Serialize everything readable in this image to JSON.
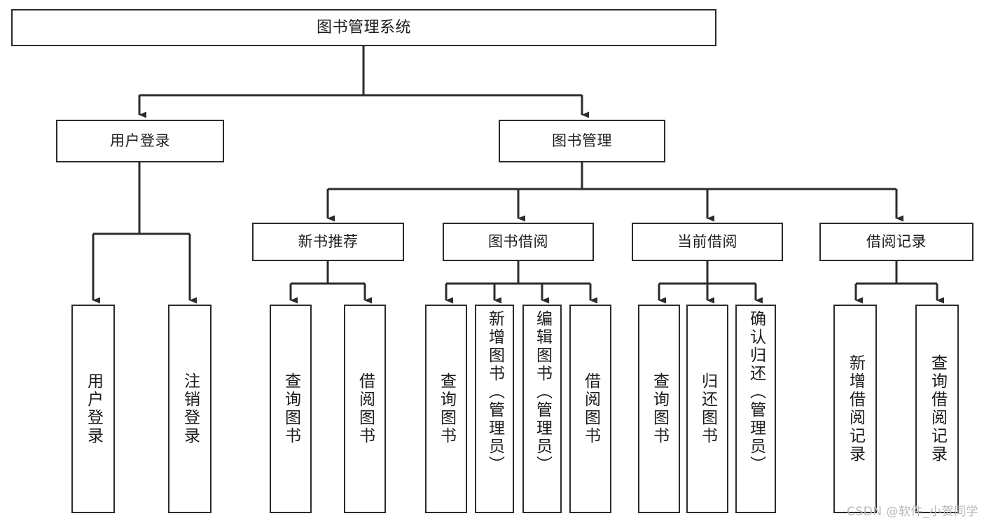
{
  "diagram": {
    "title": "图书管理系统",
    "type": "hierarchy-tree",
    "watermark": "CSDN @软件_小贺同学",
    "colors": {
      "stroke": "#2b2b2b",
      "fill": "#ffffff",
      "text": "#1c1c1c",
      "watermark": "#b9b9b9"
    },
    "levels": [
      {
        "level": 1,
        "nodes": [
          {
            "id": "root",
            "label": "图书管理系统"
          }
        ]
      },
      {
        "level": 2,
        "nodes": [
          {
            "id": "login",
            "label": "用户登录"
          },
          {
            "id": "bookmgmt",
            "label": "图书管理"
          }
        ]
      },
      {
        "level": 3,
        "nodes": [
          {
            "id": "newbook",
            "label": "新书推荐"
          },
          {
            "id": "borrow",
            "label": "图书借阅"
          },
          {
            "id": "current",
            "label": "当前借阅"
          },
          {
            "id": "record",
            "label": "借阅记录"
          }
        ]
      },
      {
        "level": 4,
        "nodes": [
          {
            "id": "leaf1",
            "label": "用户登录",
            "parent": "login"
          },
          {
            "id": "leaf2",
            "label": "注销登录",
            "parent": "login"
          },
          {
            "id": "leaf3",
            "label": "查询图书",
            "parent": "newbook"
          },
          {
            "id": "leaf4",
            "label": "借阅图书",
            "parent": "newbook"
          },
          {
            "id": "leaf5",
            "label": "查询图书",
            "parent": "borrow"
          },
          {
            "id": "leaf6",
            "label": "新增图书（管理员）",
            "parent": "borrow"
          },
          {
            "id": "leaf7",
            "label": "编辑图书（管理员）",
            "parent": "borrow"
          },
          {
            "id": "leaf8",
            "label": "借阅图书",
            "parent": "borrow"
          },
          {
            "id": "leaf9",
            "label": "查询图书",
            "parent": "current"
          },
          {
            "id": "leaf10",
            "label": "归还图书",
            "parent": "current"
          },
          {
            "id": "leaf11",
            "label": "确认归还（管理员）",
            "parent": "current"
          },
          {
            "id": "leaf12",
            "label": "新增借阅记录",
            "parent": "record"
          },
          {
            "id": "leaf13",
            "label": "查询借阅记录",
            "parent": "record"
          }
        ]
      }
    ]
  }
}
